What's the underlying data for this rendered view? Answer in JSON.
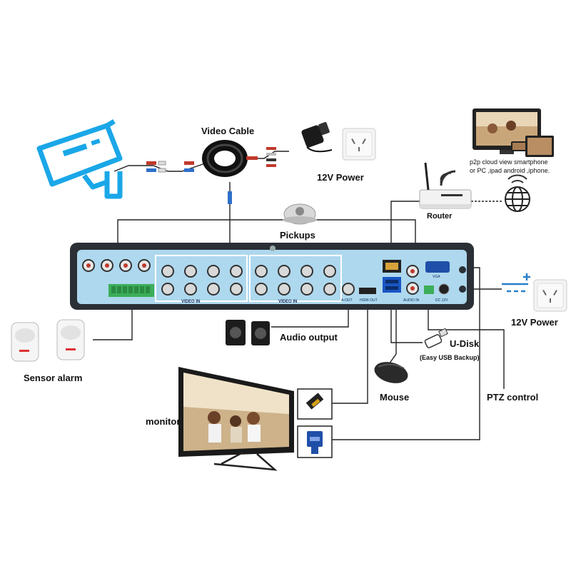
{
  "labels": {
    "video_cable": "Video Cable",
    "power_12v_top": "12V Power",
    "router": "Router",
    "cloud_text_1": "p2p cloud view smartphone",
    "cloud_text_2": "or PC ,ipad android ,iphone.",
    "pickups": "Pickups",
    "power_12v_right": "12V Power",
    "audio_output": "Audio output",
    "u_disk": "U-Disk",
    "usb_backup": "(Easy USB Backup)",
    "sensor_alarm": "Sensor alarm",
    "mouse": "Mouse",
    "ptz_control": "PTZ control",
    "monitor": "monitor"
  },
  "dvr": {
    "video_in_left": "VIDEO IN",
    "video_in_right": "VIDEO IN",
    "audio_in": "AUDIO IN",
    "vga": "VGA",
    "dc12v": "DC 12V",
    "hdmi": "HDMI OUT",
    "a_out": "A-OUT"
  },
  "colors": {
    "camera_blue": "#1aa7e8",
    "dvr_panel": "#aed8ee",
    "dvr_body": "#2b2f36",
    "line": "#222222"
  }
}
